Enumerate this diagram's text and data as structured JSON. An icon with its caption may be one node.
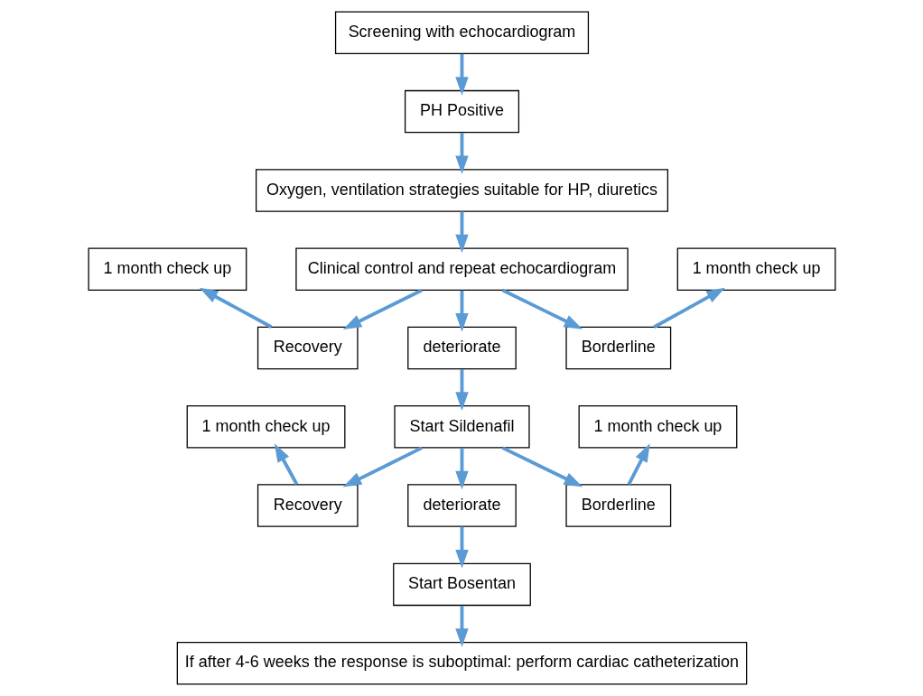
{
  "diagram": {
    "nodes": [
      {
        "text": [
          "Screening with echocardiogram"
        ]
      },
      {
        "text": [
          "PH Positive"
        ]
      },
      {
        "text": [
          "Oxygen, ventilation strategies suitable for HP, diuretics"
        ]
      },
      {
        "text": [
          "1 month check up"
        ]
      },
      {
        "text": [
          "Clinical control and repeat echocardiogram"
        ]
      },
      {
        "text": [
          "1 month check up"
        ]
      },
      {
        "text": [
          "Recovery"
        ]
      },
      {
        "text": [
          "deteriorate"
        ]
      },
      {
        "text": [
          "Borderline"
        ]
      },
      {
        "text": [
          "1 month check up"
        ]
      },
      {
        "text": [
          "Start Sildenafil"
        ]
      },
      {
        "text": [
          "1 month check up"
        ]
      },
      {
        "text": [
          "Recovery"
        ]
      },
      {
        "text": [
          "deteriorate"
        ]
      },
      {
        "text": [
          "Borderline"
        ]
      },
      {
        "text": [
          "Start Bosentan"
        ]
      },
      {
        "text": [
          "If after 4-6 weeks the response is suboptimal: perform cardiac catheterization"
        ]
      }
    ],
    "edges": [
      {
        "from": 0,
        "to": 1,
        "arrow": "to"
      },
      {
        "from": 1,
        "to": 2,
        "arrow": "to"
      },
      {
        "from": 2,
        "to": 4,
        "arrow": "to"
      },
      {
        "from": 4,
        "to": 6,
        "arrow": "to"
      },
      {
        "from": 4,
        "to": 7,
        "arrow": "to"
      },
      {
        "from": 4,
        "to": 8,
        "arrow": "to"
      },
      {
        "from": 6,
        "to": 3,
        "arrow": "to"
      },
      {
        "from": 8,
        "to": 5,
        "arrow": "to"
      },
      {
        "from": 7,
        "to": 10,
        "arrow": "to"
      },
      {
        "from": 10,
        "to": 12,
        "arrow": "to"
      },
      {
        "from": 10,
        "to": 13,
        "arrow": "to"
      },
      {
        "from": 10,
        "to": 14,
        "arrow": "to"
      },
      {
        "from": 12,
        "to": 9,
        "arrow": "to"
      },
      {
        "from": 14,
        "to": 11,
        "arrow": "to"
      },
      {
        "from": 13,
        "to": 15,
        "arrow": "to"
      },
      {
        "from": 15,
        "to": 16,
        "arrow": "to"
      }
    ]
  }
}
